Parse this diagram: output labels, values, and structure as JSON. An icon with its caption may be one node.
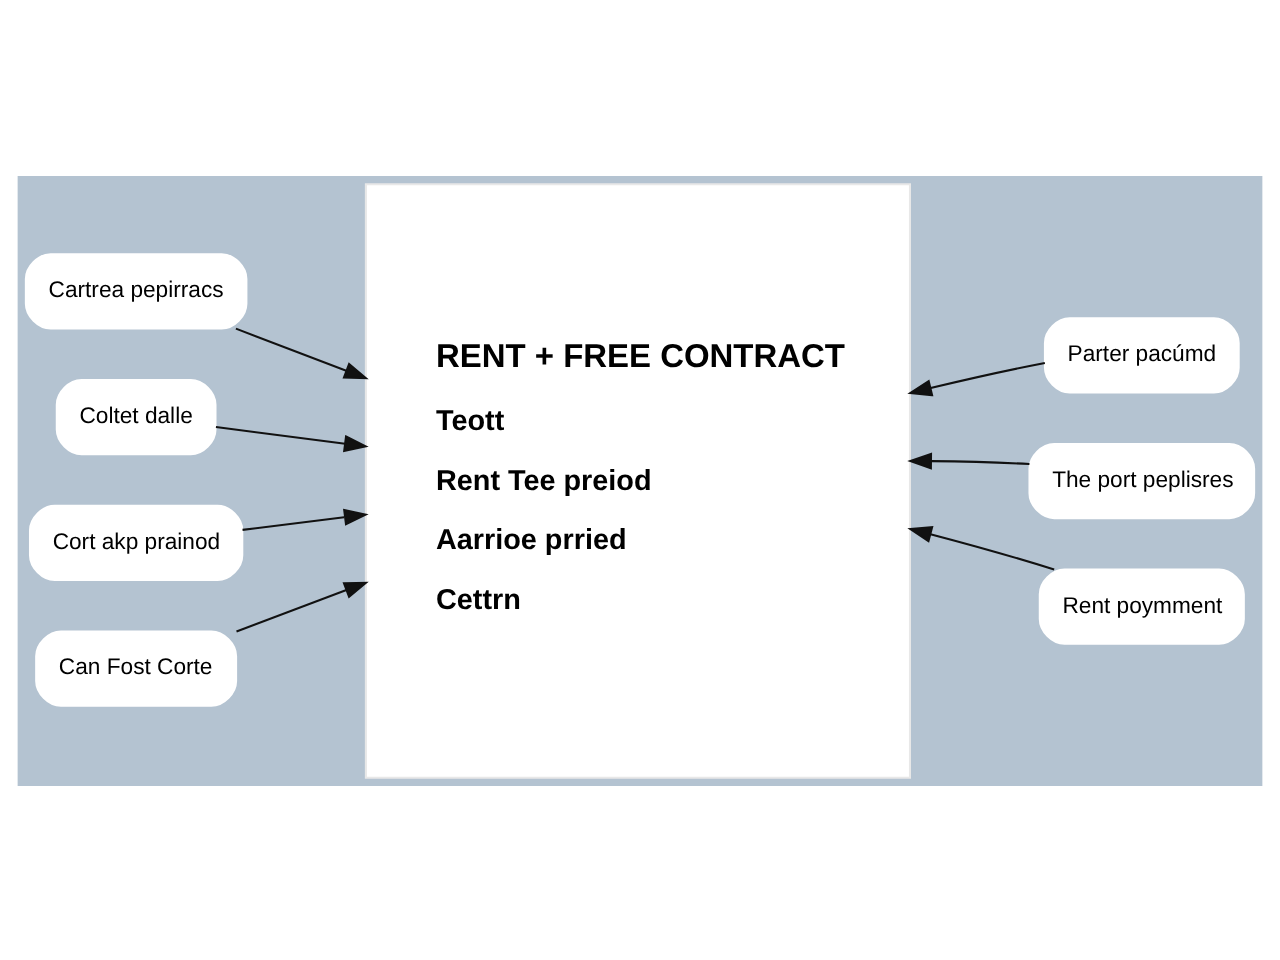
{
  "diagram": {
    "nodes": [
      {
        "text": [
          "RENT + FREE CONTRACT",
          "Teott",
          "Rent Tee preiod",
          "Aarrioe prried",
          "Cettrn"
        ]
      },
      {
        "text": [
          "Cartrea pepirracs"
        ]
      },
      {
        "text": [
          "Coltet dalle"
        ]
      },
      {
        "text": [
          "Cort akp prainod"
        ]
      },
      {
        "text": [
          "Parter pacúmd"
        ]
      },
      {
        "text": [
          "The port peplisres"
        ]
      },
      {
        "text": [
          "Rent poymment"
        ]
      },
      {
        "text": [
          "Can Fost Corte"
        ]
      }
    ],
    "edges": [
      {
        "from": 1,
        "to": 0,
        "arrow": "to"
      },
      {
        "from": 2,
        "to": 0,
        "arrow": "to"
      },
      {
        "from": 3,
        "to": 0,
        "arrow": "to"
      },
      {
        "from": 4,
        "to": 0,
        "arrow": "to"
      },
      {
        "from": 5,
        "to": 0,
        "arrow": "to"
      },
      {
        "from": 6,
        "to": 0,
        "arrow": "to"
      },
      {
        "from": 7,
        "to": 0,
        "arrow": "to"
      }
    ]
  }
}
